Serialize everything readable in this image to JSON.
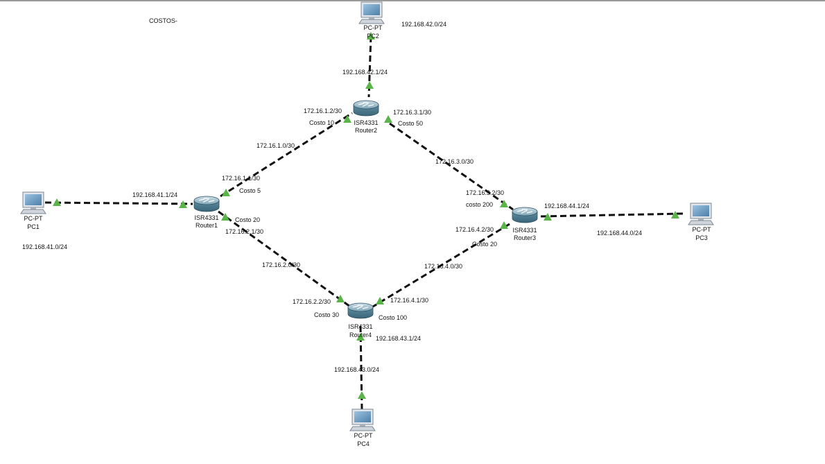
{
  "canvas": {
    "note": "COSTOS-"
  },
  "devices": {
    "pc1": {
      "model": "PC-PT",
      "name": "PC1"
    },
    "pc2": {
      "model": "PC-PT",
      "name": "PC2"
    },
    "pc3": {
      "model": "PC-PT",
      "name": "PC3"
    },
    "pc4": {
      "model": "PC-PT",
      "name": "PC4"
    },
    "router1": {
      "model": "ISR4331",
      "name": "Router1"
    },
    "router2": {
      "model": "ISR4331",
      "name": "Router2"
    },
    "router3": {
      "model": "ISR4331",
      "name": "Router3"
    },
    "router4": {
      "model": "ISR4331",
      "name": "Router4"
    }
  },
  "networks": {
    "lan_pc2": "192.168.42.0/24",
    "lan_pc1": "192.168.41.0/24",
    "lan_pc3": "192.168.44.0/24",
    "lan_pc4": "192.168.43.0/24",
    "link_r1_r2": "172.16.1.0/30",
    "link_r2_r3": "172.16.3.0/30",
    "link_r1_r4": "172.16.2.0/30",
    "link_r3_r4": "172.16.4.0/30"
  },
  "interfaces": {
    "r2_lan": "192.168.42.1/24",
    "r2_to_r1": "172.16.1.2/30",
    "r2_to_r3": "172.16.3.1/30",
    "r1_lan": "192.168.41.1/24",
    "r1_to_r2": "172.16.1.1/30",
    "r1_to_r4": "172.16.2.1/30",
    "r3_to_r2": "172.16.3.2/30",
    "r3_lan": "192.168.44.1/24",
    "r3_to_r4": "172.16.4.2/30",
    "r4_to_r1": "172.16.2.2/30",
    "r4_to_r3": "172.16.4.1/30",
    "r4_lan": "192.168.43.1/24"
  },
  "costs": {
    "r2_to_r1": "Costo 10",
    "r2_to_r3": "Costo 50",
    "r1_to_r2": "Costo 5",
    "r1_to_r4": "Costo 20",
    "r3_to_r2": "costo 200",
    "r3_to_r4": "Costo 20",
    "r4_to_r1": "Costo 30",
    "r4_to_r3": "Costo 100"
  },
  "colors": {
    "link": "#111111",
    "port_up": "#5ab44a",
    "router_body": "#4f7f95",
    "pc_screen": "#5d8fb8"
  }
}
